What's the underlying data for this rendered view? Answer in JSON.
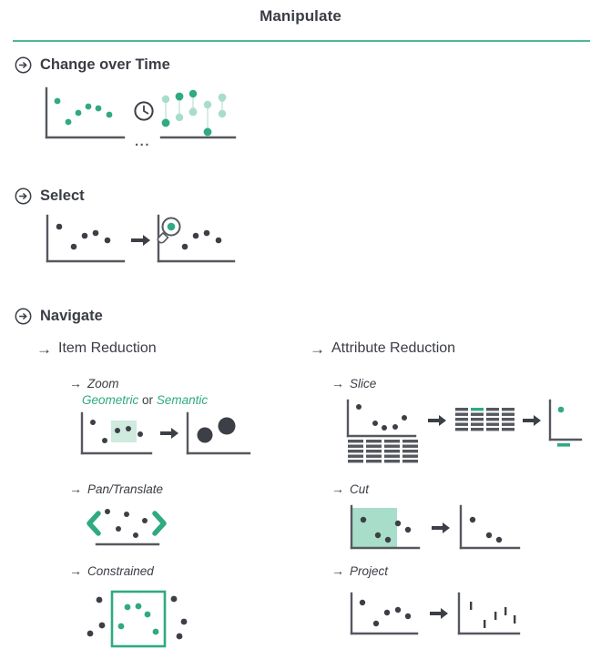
{
  "header": {
    "title": "Manipulate",
    "rule_color": "#4fb992"
  },
  "colors": {
    "green": "#2faa81",
    "green_light": "#a8ddc9",
    "green_pale": "#cfeade",
    "dark": "#3c3f46",
    "gray": "#55585f",
    "rule": "#4fb992"
  },
  "sections": [
    {
      "id": "change-over-time",
      "label": "Change over Time",
      "icon": "circled-arrow-icon",
      "ellipsis": "..."
    },
    {
      "id": "select",
      "label": "Select",
      "icon": "circled-arrow-icon"
    },
    {
      "id": "navigate",
      "label": "Navigate",
      "icon": "circled-arrow-icon"
    }
  ],
  "navigate": {
    "columns": [
      {
        "id": "item-reduction",
        "label": "Item Reduction",
        "arrow": "→",
        "items": [
          {
            "id": "zoom",
            "label": "Zoom",
            "arrow": "→",
            "kinds": {
              "first": "Geometric",
              "conjunction": "or",
              "second": "Semantic"
            }
          },
          {
            "id": "pan-translate",
            "label": "Pan/Translate",
            "arrow": "→"
          },
          {
            "id": "constrained",
            "label": "Constrained",
            "arrow": "→"
          }
        ]
      },
      {
        "id": "attribute-reduction",
        "label": "Attribute Reduction",
        "arrow": "→",
        "items": [
          {
            "id": "slice",
            "label": "Slice",
            "arrow": "→"
          },
          {
            "id": "cut",
            "label": "Cut",
            "arrow": "→"
          },
          {
            "id": "project",
            "label": "Project",
            "arrow": "→"
          }
        ]
      }
    ]
  },
  "chart_data": {
    "type": "scatter",
    "title": "Manipulate",
    "description": "Taxonomy diagram of visualization manipulation idioms with illustrative scatterplot thumbnails",
    "figures": [
      {
        "id": "change-over-time-before",
        "type": "scatter",
        "points": [
          [
            0.13,
            0.74
          ],
          [
            0.27,
            0.38
          ],
          [
            0.4,
            0.57
          ],
          [
            0.52,
            0.66
          ],
          [
            0.63,
            0.63
          ],
          [
            0.74,
            0.51
          ]
        ],
        "color": "#2faa81"
      },
      {
        "id": "change-over-time-after",
        "type": "scatter-with-motion",
        "points": [
          [
            0.08,
            0.74
          ],
          [
            0.08,
            0.26
          ],
          [
            0.24,
            0.58
          ],
          [
            0.24,
            0.22
          ],
          [
            0.4,
            0.86
          ],
          [
            0.4,
            0.49
          ],
          [
            0.56,
            0.6
          ],
          [
            0.56,
            0.1
          ],
          [
            0.74,
            0.46
          ],
          [
            0.74,
            0.72
          ],
          [
            0.9,
            0.66
          ],
          [
            0.9,
            0.4
          ]
        ],
        "color": "#2faa81"
      },
      {
        "id": "select-before",
        "type": "scatter",
        "points": [
          [
            0.16,
            0.76
          ],
          [
            0.36,
            0.32
          ],
          [
            0.52,
            0.56
          ],
          [
            0.67,
            0.62
          ],
          [
            0.83,
            0.44
          ]
        ],
        "color": "#3c3f46"
      },
      {
        "id": "select-after",
        "type": "scatter-with-selection",
        "points": [
          [
            0.16,
            0.76
          ],
          [
            0.36,
            0.32
          ],
          [
            0.52,
            0.56
          ],
          [
            0.67,
            0.62
          ],
          [
            0.83,
            0.44
          ]
        ],
        "selected_index": 0,
        "color": "#3c3f46",
        "selection_color": "#2faa81"
      },
      {
        "id": "zoom-before",
        "type": "scatter-with-region",
        "points": [
          [
            0.14,
            0.76
          ],
          [
            0.3,
            0.26
          ],
          [
            0.46,
            0.56
          ],
          [
            0.62,
            0.6
          ],
          [
            0.8,
            0.42
          ]
        ],
        "region": [
          0.38,
          0.38,
          0.34,
          0.48
        ],
        "region_color": "#cfeade"
      },
      {
        "id": "zoom-after",
        "type": "scatter",
        "points": [
          [
            0.28,
            0.44
          ],
          [
            0.58,
            0.62
          ]
        ],
        "color": "#3c3f46"
      },
      {
        "id": "pan-translate",
        "type": "scatter-with-pan-arrows",
        "points": [
          [
            0.26,
            0.84
          ],
          [
            0.4,
            0.4
          ],
          [
            0.53,
            0.74
          ],
          [
            0.64,
            0.2
          ],
          [
            0.74,
            0.6
          ]
        ],
        "color": "#3c3f46",
        "arrow_color": "#2faa81"
      },
      {
        "id": "constrained",
        "type": "scatter-with-box",
        "inside_points": [
          [
            0.38,
            0.72
          ],
          [
            0.5,
            0.74
          ],
          [
            0.6,
            0.6
          ],
          [
            0.3,
            0.36
          ],
          [
            0.72,
            0.28
          ]
        ],
        "outside_points": [
          [
            0.12,
            0.8
          ],
          [
            0.18,
            0.34
          ],
          [
            0.04,
            0.28
          ],
          [
            0.9,
            0.8
          ],
          [
            0.96,
            0.44
          ],
          [
            0.92,
            0.18
          ]
        ],
        "box_color": "#2faa81"
      },
      {
        "id": "slice-scatter",
        "type": "scatter",
        "points": [
          [
            0.17,
            0.84
          ],
          [
            0.4,
            0.44
          ],
          [
            0.52,
            0.32
          ],
          [
            0.66,
            0.34
          ],
          [
            0.8,
            0.58
          ]
        ],
        "color": "#3c3f46"
      },
      {
        "id": "slice-table-wide",
        "type": "table",
        "columns": 4,
        "rows": 5
      },
      {
        "id": "slice-table-narrow",
        "type": "table",
        "columns": 4,
        "rows": 4,
        "highlight": {
          "column": 1,
          "row": 0,
          "color": "#2faa81"
        }
      },
      {
        "id": "slice-result",
        "type": "scatter",
        "points": [
          [
            0.16,
            0.82
          ]
        ],
        "color": "#2faa81",
        "axis_marker_color": "#2faa81"
      },
      {
        "id": "cut-before",
        "type": "scatter-with-region",
        "points": [
          [
            0.22,
            0.72
          ],
          [
            0.44,
            0.32
          ],
          [
            0.58,
            0.22
          ],
          [
            0.7,
            0.62
          ],
          [
            0.86,
            0.46
          ]
        ],
        "region": [
          0.0,
          0.0,
          0.78,
          1.0
        ],
        "region_color": "#a8ddc9"
      },
      {
        "id": "cut-after",
        "type": "scatter",
        "points": [
          [
            0.18,
            0.72
          ],
          [
            0.46,
            0.38
          ],
          [
            0.62,
            0.28
          ]
        ],
        "color": "#3c3f46"
      },
      {
        "id": "project-before",
        "type": "scatter",
        "points": [
          [
            0.16,
            0.78
          ],
          [
            0.36,
            0.24
          ],
          [
            0.5,
            0.52
          ],
          [
            0.64,
            0.6
          ],
          [
            0.78,
            0.4
          ]
        ],
        "color": "#3c3f46"
      },
      {
        "id": "project-after",
        "type": "ticks",
        "points": [
          [
            0.16,
            0.72
          ],
          [
            0.4,
            0.26
          ],
          [
            0.56,
            0.48
          ],
          [
            0.7,
            0.58
          ],
          [
            0.84,
            0.36
          ]
        ],
        "color": "#3c3f46"
      }
    ]
  }
}
